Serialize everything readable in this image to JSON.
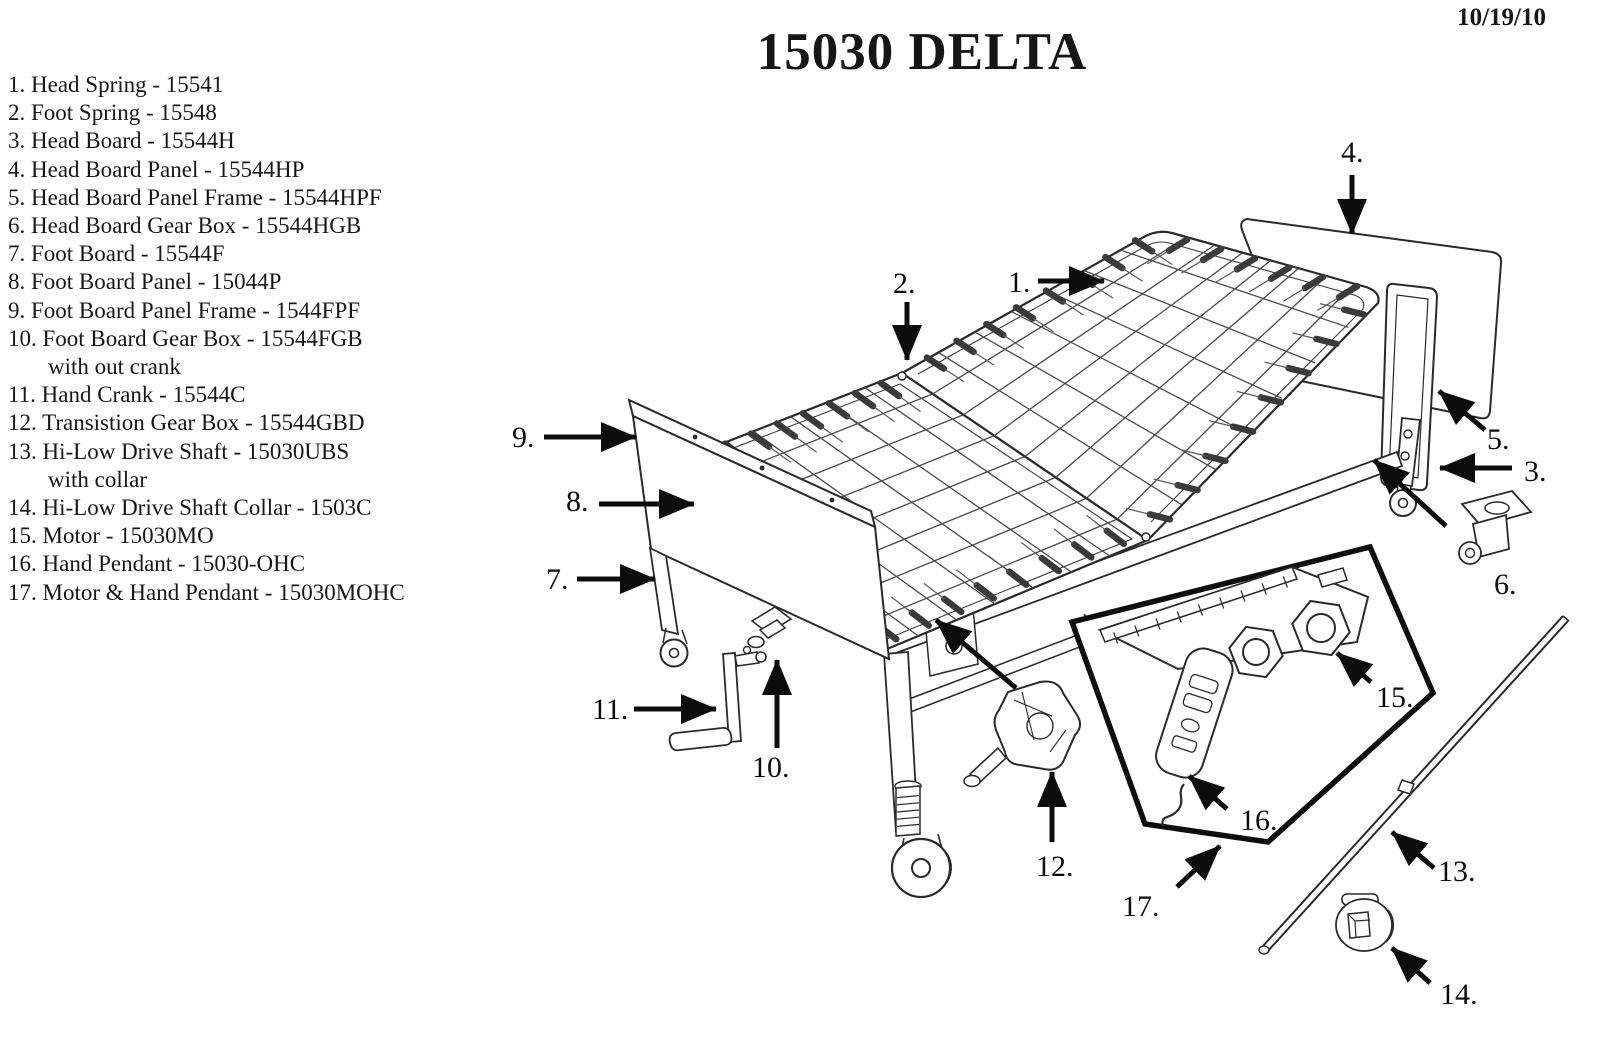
{
  "header": {
    "title": "15030 DELTA",
    "date": "10/19/10"
  },
  "parts_list": {
    "lines": [
      {
        "text": "1. Head Spring - 15541"
      },
      {
        "text": "2. Foot Spring - 15548"
      },
      {
        "text": "3. Head Board - 15544H"
      },
      {
        "text": "4. Head Board Panel - 15544HP"
      },
      {
        "text": "5. Head Board Panel Frame - 15544HPF"
      },
      {
        "text": "6. Head Board Gear Box - 15544HGB"
      },
      {
        "text": "7. Foot Board - 15544F"
      },
      {
        "text": "8. Foot Board Panel - 15044P"
      },
      {
        "text": "9. Foot Board Panel Frame - 1544FPF"
      },
      {
        "text": "10. Foot Board Gear Box - 15544FGB"
      },
      {
        "text": "with out crank"
      },
      {
        "text": "11. Hand Crank - 15544C"
      },
      {
        "text": "12. Transistion Gear Box - 15544GBD"
      },
      {
        "text": "13. Hi-Low Drive Shaft - 15030UBS"
      },
      {
        "text": "with collar"
      },
      {
        "text": "14. Hi-Low Drive Shaft Collar - 1503C"
      },
      {
        "text": "15. Motor - 15030MO"
      },
      {
        "text": "16. Hand Pendant - 15030-OHC"
      },
      {
        "text": "17. Motor & Hand Pendant - 15030MOHC"
      }
    ]
  },
  "diagram": {
    "callouts": [
      "1.",
      "2.",
      "3.",
      "4.",
      "5.",
      "6.",
      "7.",
      "8.",
      "9.",
      "10.",
      "11.",
      "12.",
      "13.",
      "14.",
      "15.",
      "16.",
      "17."
    ]
  }
}
